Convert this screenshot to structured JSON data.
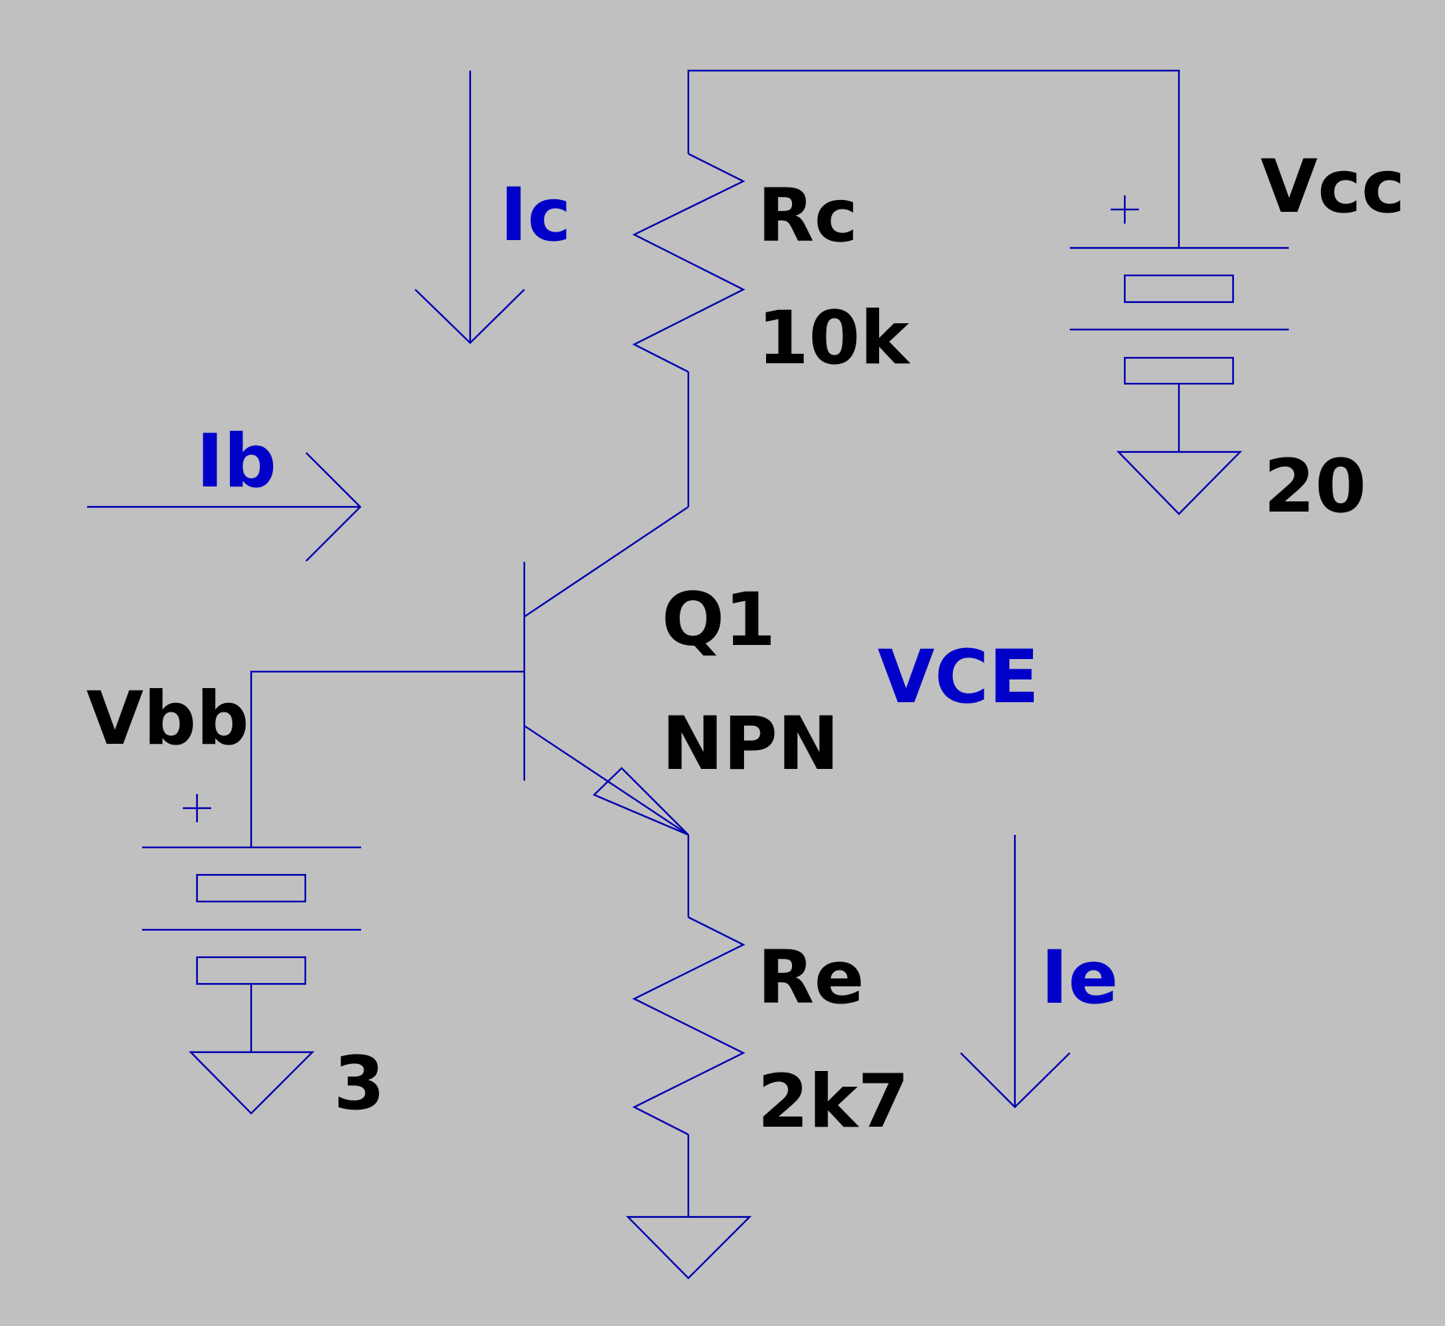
{
  "colors": {
    "background": "#c0c0c0",
    "wire": "#0000b0",
    "component_label": "#000000",
    "annotation_label": "#0000c8"
  },
  "components": {
    "rc": {
      "name": "Rc",
      "value": "10k"
    },
    "re": {
      "name": "Re",
      "value": "2k7"
    },
    "q1": {
      "name": "Q1",
      "value": "NPN"
    },
    "vcc": {
      "name": "Vcc",
      "value": "20",
      "polarity": "+"
    },
    "vbb": {
      "name": "Vbb",
      "value": "3",
      "polarity": "+"
    }
  },
  "annotations": {
    "ic": "Ic",
    "ib": "Ib",
    "ie": "Ie",
    "vce": "VCE"
  }
}
